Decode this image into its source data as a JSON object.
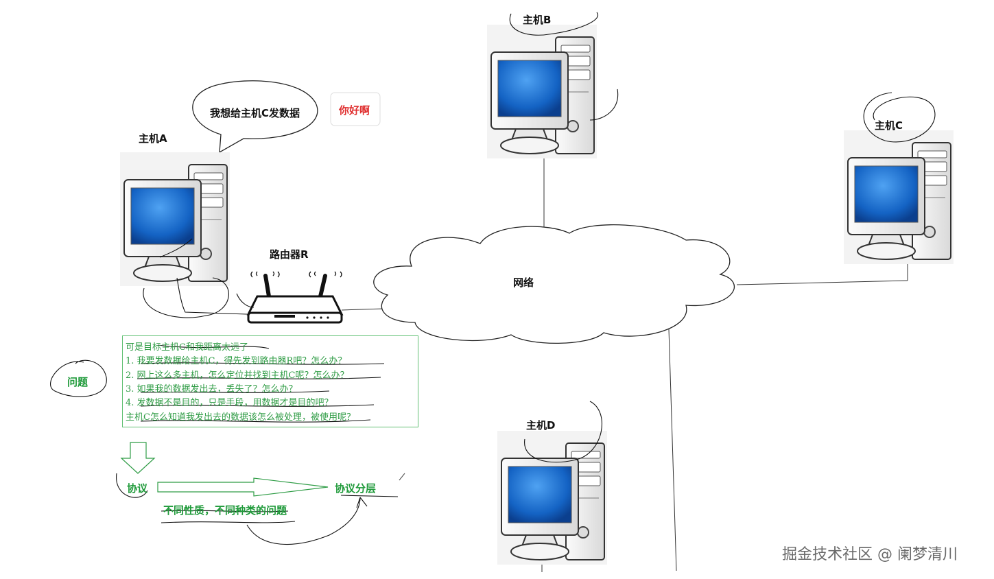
{
  "hosts": {
    "a": "主机A",
    "b": "主机B",
    "c": "主机C",
    "d": "主机D"
  },
  "router": "路由器R",
  "network": "网络",
  "bubble_text": "我想给主机C发数据",
  "greeting": "你好啊",
  "question_label": "问题",
  "note": {
    "title": "可是目标主机C和我距离太远了",
    "items": [
      "1.  我要发数据给主机C，得先发到路由器R吧？怎么办？",
      "2.  网上这么多主机，怎么定位并找到主机C呢？怎么办？",
      "3.  如果我的数据发出去，丢失了？怎么办？",
      "4.  发数据不是目的，只是手段，用数据才是目的吧？",
      "     主机C怎么知道我发出去的数据该怎么被处理，被使用呢？"
    ]
  },
  "protocol": "协议",
  "protocol_layering": "协议分层",
  "protocol_note": "不同性质，不同种类的问题",
  "watermark": "掘金技术社区 @ 阑梦清川",
  "colors": {
    "green": "#1f9a3a",
    "red": "#e03030",
    "screen_blue": "#1f6fd0"
  }
}
